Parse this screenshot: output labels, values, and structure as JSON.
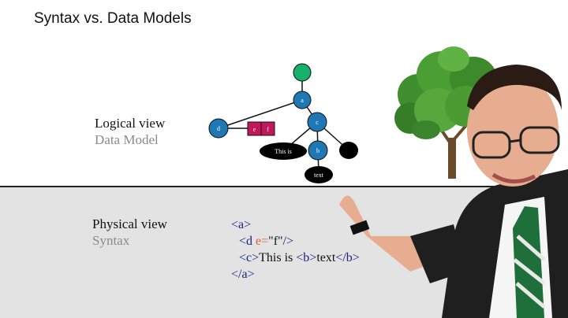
{
  "slide": {
    "title": "Syntax vs. Data Models"
  },
  "logical": {
    "label": "Logical view",
    "sublabel": "Data Model"
  },
  "physical": {
    "label": "Physical view",
    "sublabel": "Syntax"
  },
  "tree": {
    "nodes": {
      "a": "a",
      "c": "c",
      "d": "d",
      "b": "b",
      "e": "e",
      "f": "f",
      "text1": "This is",
      "text2": "text"
    }
  },
  "code": {
    "l1_open": "<a>",
    "l2_open": "<d ",
    "l2_attr": "e=",
    "l2_val": "\"f\"",
    "l2_close": "/>",
    "l3_c": "<c>",
    "l3_text": "This is ",
    "l3_b": "<b>",
    "l3_text2": "text",
    "l3_close": "</b>",
    "l4_close": "</a>"
  },
  "colors": {
    "node_blue": "#1f77b4",
    "root_green": "#16b06a",
    "attr_red": "#c2185b",
    "code_tag": "#1a237e",
    "code_attr": "#e0602a"
  }
}
